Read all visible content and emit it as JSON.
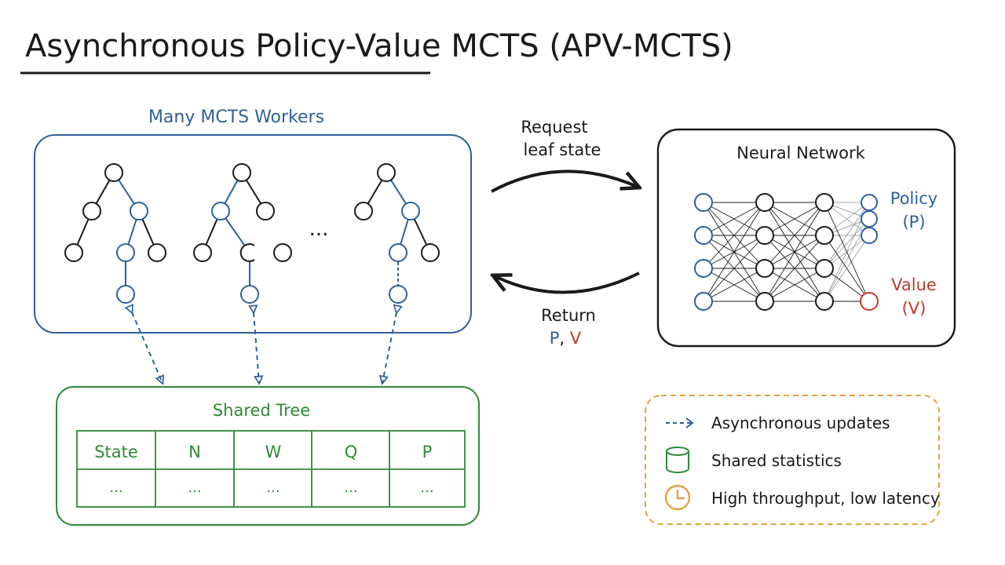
{
  "title": "Asynchronous Policy-Value MCTS (APV-MCTS)",
  "workers": {
    "label": "Many MCTS Workers",
    "ellipsis": "..."
  },
  "arrows": {
    "request_line1": "Request",
    "request_line2": "leaf state",
    "return_line1": "Return",
    "return_p": "P",
    "return_sep": ",",
    "return_v": "V"
  },
  "network": {
    "title": "Neural Network",
    "policy_line1": "Policy",
    "policy_line2": "(P)",
    "value_line1": "Value",
    "value_line2": "(V)"
  },
  "shared_tree": {
    "title": "Shared Tree",
    "headers": [
      "State",
      "N",
      "W",
      "Q",
      "P"
    ],
    "row": [
      "...",
      "...",
      "...",
      "...",
      "..."
    ]
  },
  "legend": {
    "items": [
      {
        "icon": "dashed-arrow-icon",
        "label": "Asynchronous updates"
      },
      {
        "icon": "cylinder-icon",
        "label": "Shared statistics"
      },
      {
        "icon": "clock-icon",
        "label": "High throughput, low latency"
      }
    ]
  },
  "colors": {
    "blue": "#2f5f9c",
    "red": "#c0392b",
    "green": "#2e8a35",
    "orange": "#e3a23a",
    "dark": "#1a1a1a"
  }
}
